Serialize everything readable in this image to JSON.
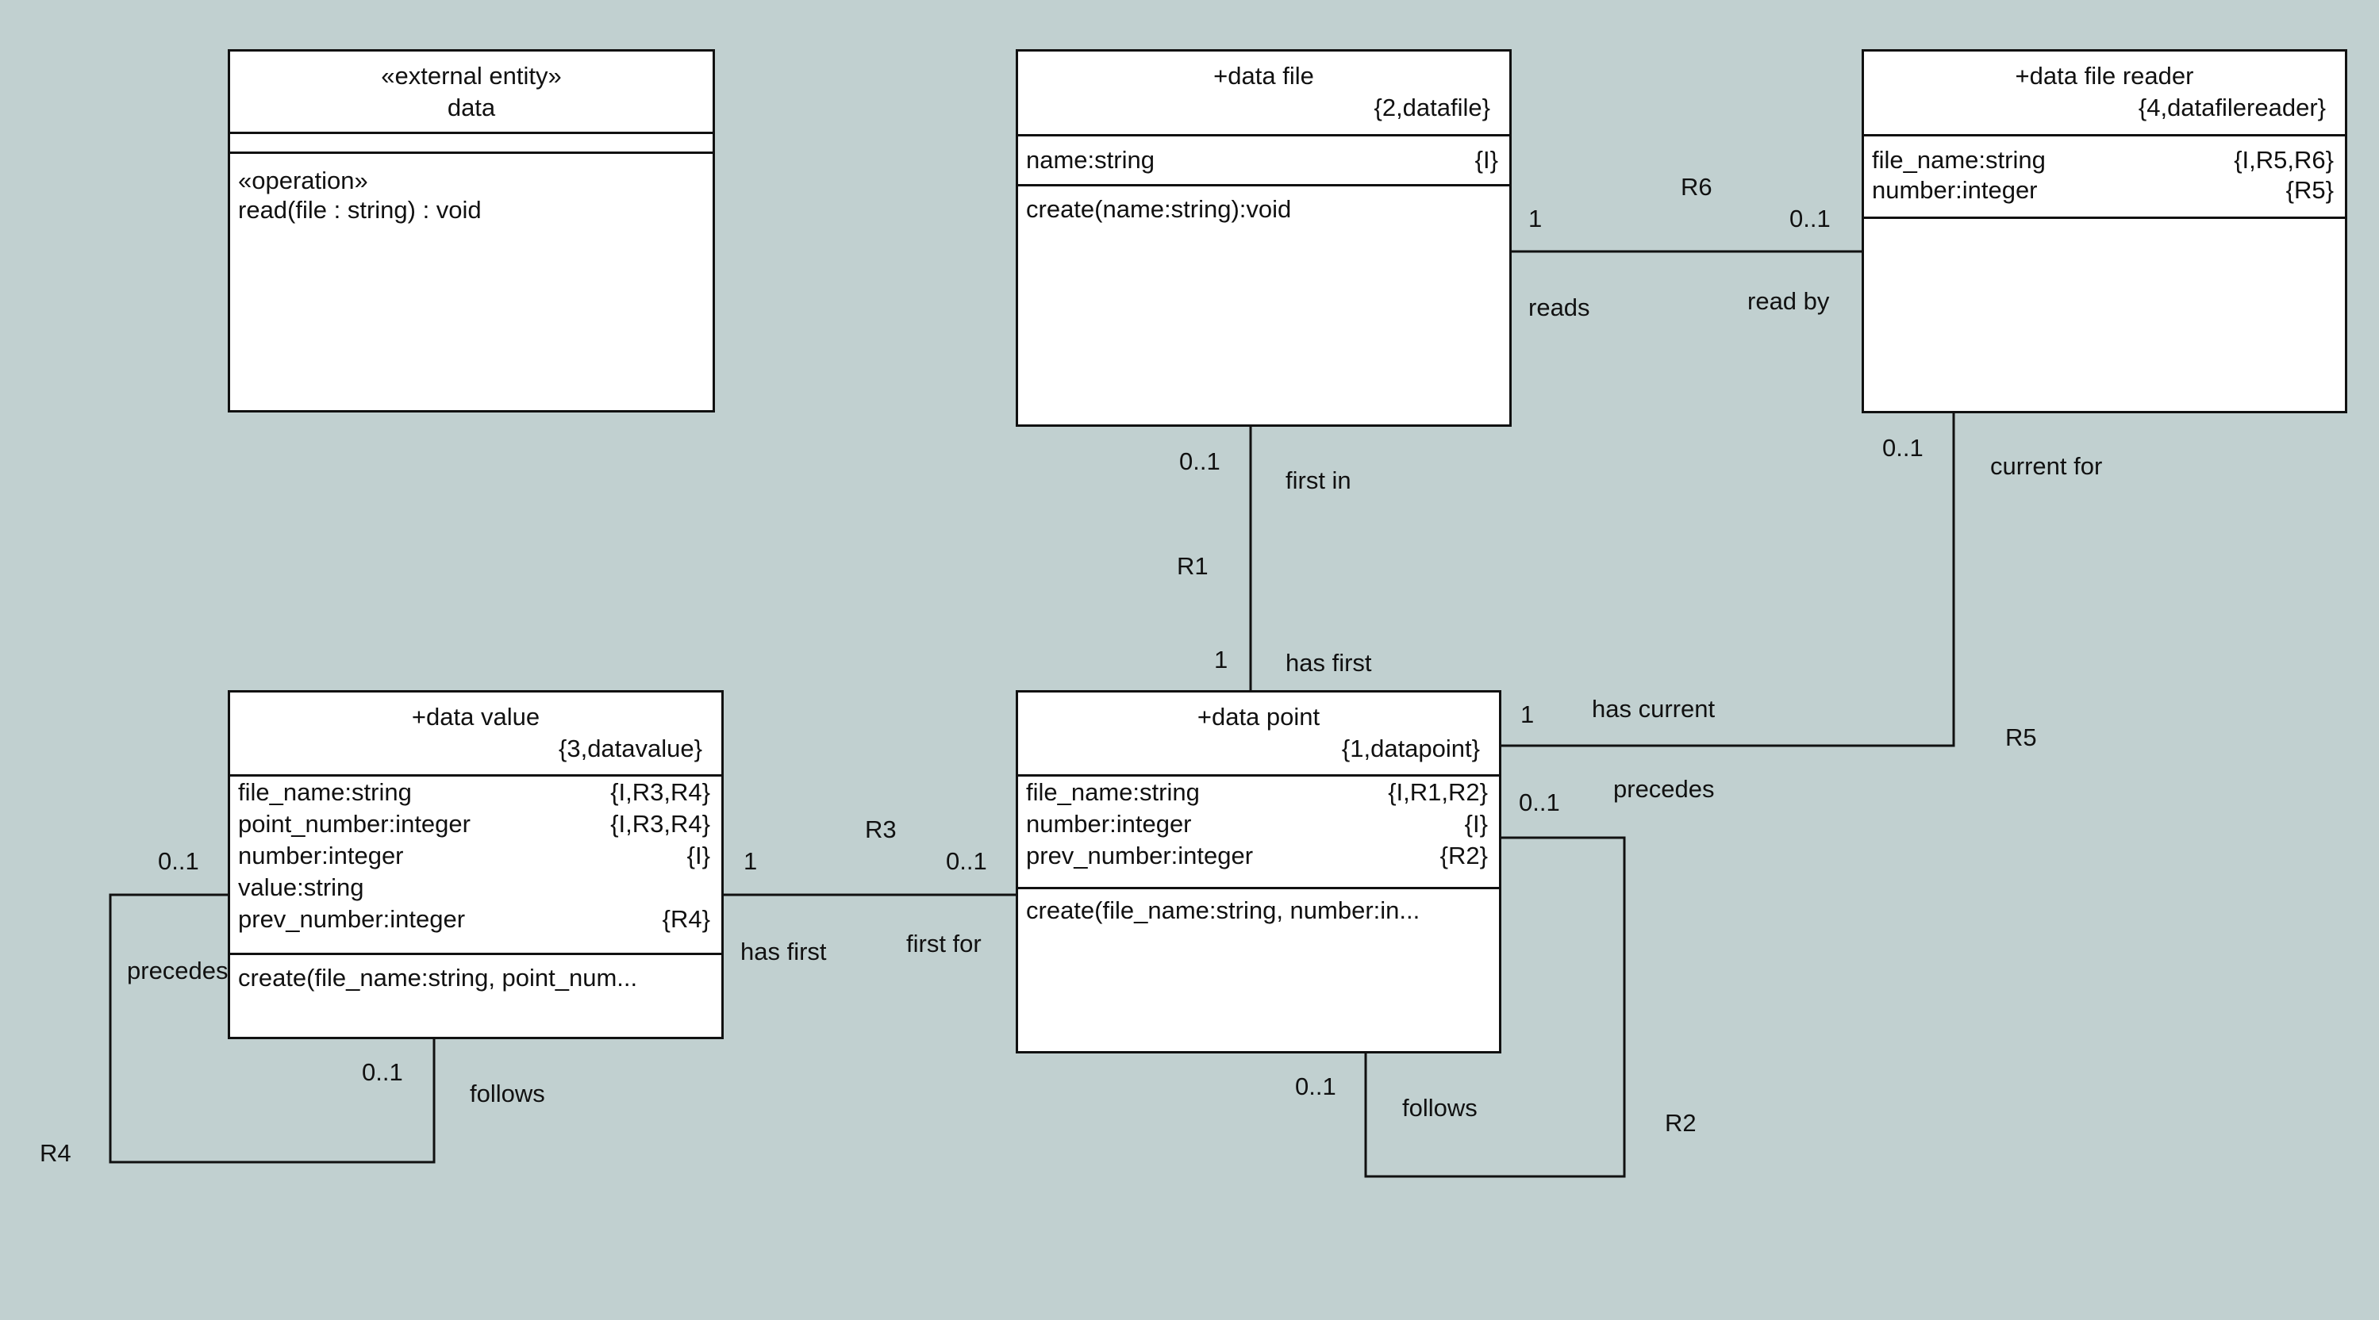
{
  "classes": {
    "data": {
      "stereotype": "«external entity»",
      "name": "data",
      "operations": [
        "«operation»",
        "read(file : string) : void"
      ]
    },
    "data_file": {
      "name": "+data file",
      "key": "{2,datafile}",
      "attributes": [
        {
          "name": "name:string",
          "tags": "{I}"
        }
      ],
      "operations": [
        "create(name:string):void"
      ]
    },
    "data_file_reader": {
      "name": "+data file reader",
      "key": "{4,datafilereader}",
      "attributes": [
        {
          "name": "file_name:string",
          "tags": "{I,R5,R6}"
        },
        {
          "name": "number:integer",
          "tags": "{R5}"
        }
      ],
      "operations": []
    },
    "data_value": {
      "name": "+data value",
      "key": "{3,datavalue}",
      "attributes": [
        {
          "name": "file_name:string",
          "tags": "{I,R3,R4}"
        },
        {
          "name": "point_number:integer",
          "tags": "{I,R3,R4}"
        },
        {
          "name": "number:integer",
          "tags": "{I}"
        },
        {
          "name": "value:string",
          "tags": ""
        },
        {
          "name": "prev_number:integer",
          "tags": "{R4}"
        }
      ],
      "operations": [
        "create(file_name:string, point_num..."
      ]
    },
    "data_point": {
      "name": "+data point",
      "key": "{1,datapoint}",
      "attributes": [
        {
          "name": "file_name:string",
          "tags": "{I,R1,R2}"
        },
        {
          "name": "number:integer",
          "tags": "{I}"
        },
        {
          "name": "prev_number:integer",
          "tags": "{R2}"
        }
      ],
      "operations": [
        "create(file_name:string, number:in..."
      ]
    }
  },
  "associations": {
    "r1": {
      "id": "R1",
      "mult_top": "0..1",
      "phrase_top": "first in",
      "mult_bottom": "1",
      "phrase_bottom": "has first"
    },
    "r2": {
      "id": "R2",
      "mult_top": "0..1",
      "phrase_top": "precedes",
      "mult_bottom": "0..1",
      "phrase_bottom": "follows"
    },
    "r3": {
      "id": "R3",
      "mult_left": "1",
      "phrase_left": "has first",
      "mult_right": "0..1",
      "phrase_right": "first for"
    },
    "r4": {
      "id": "R4",
      "mult_top": "0..1",
      "phrase_top": "precedes",
      "mult_bottom": "0..1",
      "phrase_bottom": "follows"
    },
    "r5": {
      "id": "R5",
      "mult_top": "0..1",
      "phrase_top": "current for",
      "mult_bottom": "1",
      "phrase_bottom": "has current"
    },
    "r6": {
      "id": "R6",
      "mult_left": "1",
      "phrase_left": "reads",
      "mult_right": "0..1",
      "phrase_right": "read by"
    }
  }
}
